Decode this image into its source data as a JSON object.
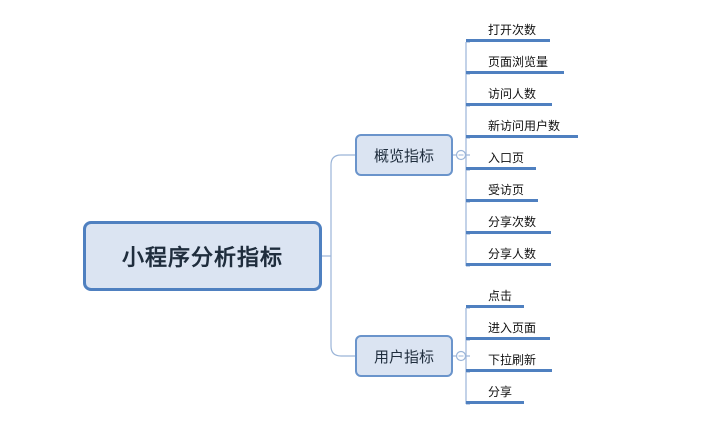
{
  "root": {
    "label": "小程序分析指标"
  },
  "branches": [
    {
      "label": "概览指标",
      "children": [
        "打开次数",
        "页面浏览量",
        "访问人数",
        "新访问用户数",
        "入口页",
        "受访页",
        "分享次数",
        "分享人数"
      ]
    },
    {
      "label": "用户指标",
      "children": [
        "点击",
        "进入页面",
        "下拉刷新",
        "分享"
      ]
    }
  ],
  "colors": {
    "accent": "#4f80c0",
    "node_fill": "#dbe4f2",
    "connector": "#9bb5d8"
  }
}
